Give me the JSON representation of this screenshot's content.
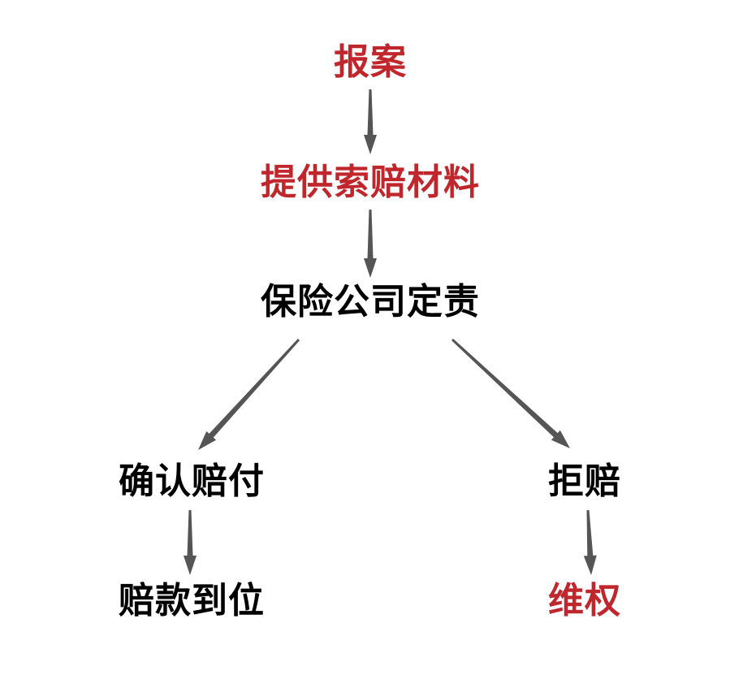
{
  "colors": {
    "highlight": "#c0272d",
    "normal": "#000000",
    "arrow": "#555555"
  },
  "nodes": [
    {
      "id": "report",
      "label": "报案",
      "color": "highlight"
    },
    {
      "id": "submit-materials",
      "label": "提供索赔材料",
      "color": "highlight"
    },
    {
      "id": "insurer-decision",
      "label": "保险公司定责",
      "color": "normal"
    },
    {
      "id": "confirm-payout",
      "label": "确认赔付",
      "color": "normal"
    },
    {
      "id": "reject-claim",
      "label": "拒赔",
      "color": "normal"
    },
    {
      "id": "payment-received",
      "label": "赔款到位",
      "color": "normal"
    },
    {
      "id": "defend-rights",
      "label": "维权",
      "color": "highlight"
    }
  ],
  "edges": [
    {
      "from": "report",
      "to": "submit-materials"
    },
    {
      "from": "submit-materials",
      "to": "insurer-decision"
    },
    {
      "from": "insurer-decision",
      "to": "confirm-payout"
    },
    {
      "from": "insurer-decision",
      "to": "reject-claim"
    },
    {
      "from": "confirm-payout",
      "to": "payment-received"
    },
    {
      "from": "reject-claim",
      "to": "defend-rights"
    }
  ]
}
